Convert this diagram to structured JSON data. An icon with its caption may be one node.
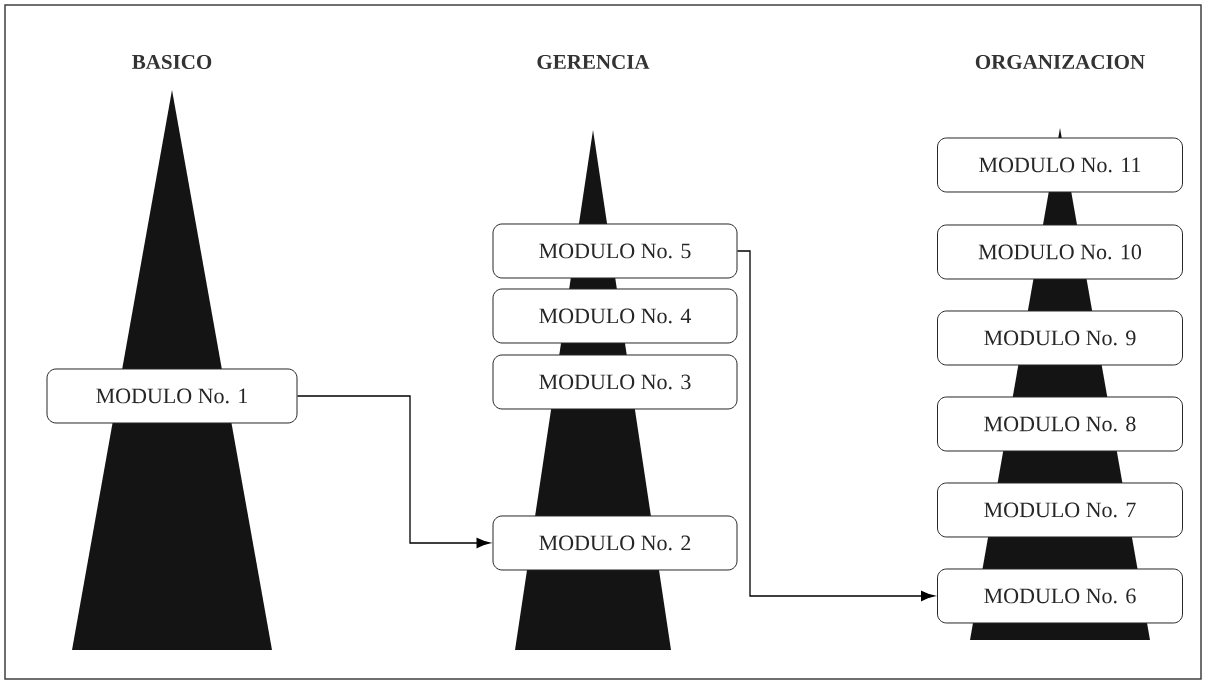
{
  "diagram": {
    "nodes": [
      {
        "text": [
          "BASICO"
        ]
      },
      {
        "text": [
          "MODULO No. 1"
        ]
      },
      {
        "text": [
          "GERENCIA"
        ]
      },
      {
        "text": [
          "MODULO No. 5"
        ]
      },
      {
        "text": [
          "MODULO No. 4"
        ]
      },
      {
        "text": [
          "MODULO No. 3"
        ]
      },
      {
        "text": [
          "MODULO No. 2"
        ]
      },
      {
        "text": [
          "ORGANIZACION"
        ]
      },
      {
        "text": [
          "MODULO No. 11"
        ]
      },
      {
        "text": [
          "MODULO No. 10"
        ]
      },
      {
        "text": [
          "MODULO No. 9"
        ]
      },
      {
        "text": [
          "MODULO No. 8"
        ]
      },
      {
        "text": [
          "MODULO No. 7"
        ]
      },
      {
        "text": [
          "MODULO No. 6"
        ]
      }
    ],
    "edges": [
      {
        "from": 1,
        "to": 6,
        "arrow": "to"
      },
      {
        "from": 3,
        "to": 13,
        "arrow": "to"
      }
    ]
  }
}
